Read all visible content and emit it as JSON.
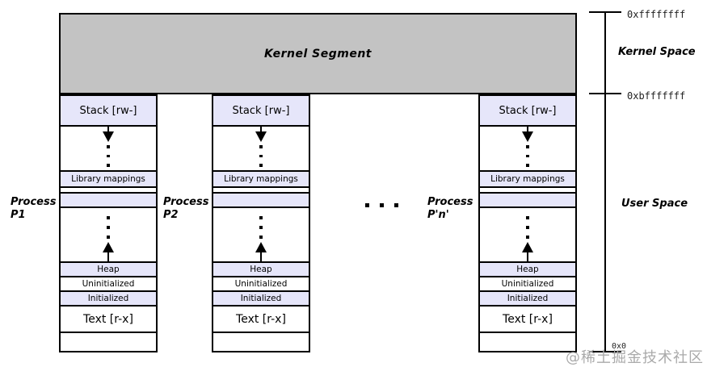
{
  "kernel_segment": {
    "label": "Kernel Segment"
  },
  "address_ruler": {
    "top_address": "0xffffffff",
    "kernel_space_label": "Kernel Space",
    "boundary_address": "0xbfffffff",
    "user_space_label": "User Space",
    "bottom_address": "0x0"
  },
  "processes": [
    {
      "label_line1": "Process",
      "label_line2": "P1"
    },
    {
      "label_line1": "Process",
      "label_line2": "P2"
    },
    {
      "label_line1": "Process",
      "label_line2": "P'n'"
    }
  ],
  "memory_sections": {
    "stack": "Stack [rw-]",
    "library_mappings": "Library mappings",
    "heap": "Heap",
    "uninitialized": "Uninitialized",
    "initialized": "Initialized",
    "text": "Text [r-x]"
  },
  "ellipsis_between_processes": "...",
  "watermark": "@稀土掘金技术社区",
  "colors": {
    "kernel_bg": "#c3c3c3",
    "section_bg": "#e6e6fa",
    "border": "#000000",
    "watermark_color": "#aaaaaa"
  }
}
